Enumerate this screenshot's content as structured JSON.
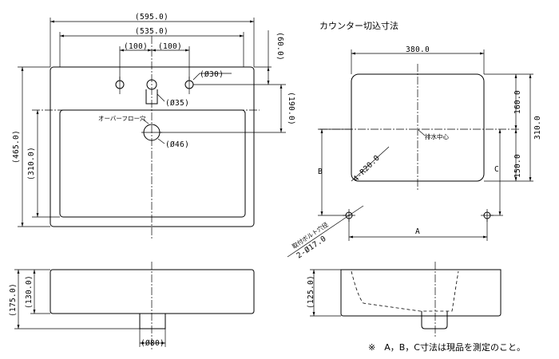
{
  "title": "カウンター切込寸法",
  "note": "※　A，B，C寸法は現品を測定のこと。",
  "top_view": {
    "w_total": "(595.0)",
    "w_inner": "(535.0)",
    "tap_left": "(100)",
    "tap_right": "(100)",
    "d_60": "(60.0)",
    "d_190": "(190.0)",
    "h_465": "(465.0)",
    "h_310": "(310.0)",
    "hole_30": "(Ø30)",
    "hole_35": "(Ø35)",
    "overflow": "オーバーフロー穴",
    "drain_46": "(Ø46)"
  },
  "side_view": {
    "h_175": "(175.0)",
    "h_130": "(130.0)",
    "drain_80": "(Ø80)"
  },
  "cutout": {
    "width": "380.0",
    "h_160": "160.0",
    "h_310": "310.0",
    "h_150": "150.0",
    "radius": "4-R20.0",
    "center": "排水中心",
    "A": "A",
    "B": "B",
    "C": "C",
    "bolt_label": "取付ボルト穴径",
    "bolt_dim": "2-Ø17.0"
  },
  "section": {
    "h_125": "(125.0)"
  }
}
